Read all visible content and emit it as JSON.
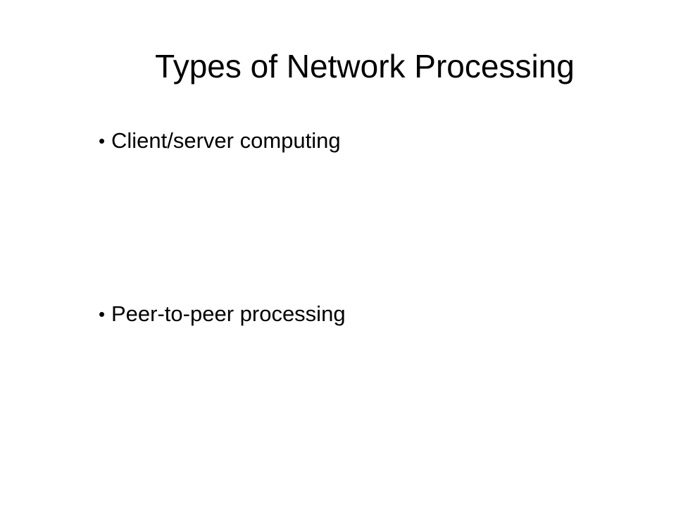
{
  "slide": {
    "title": "Types of Network Processing",
    "bullet_marker": "•",
    "bullets": [
      "Client/server computing",
      "Peer-to-peer processing"
    ]
  }
}
